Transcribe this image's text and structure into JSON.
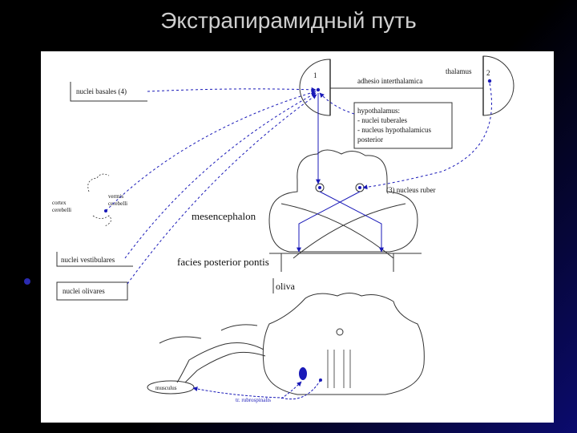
{
  "slide": {
    "title": "Экстрапирамидный путь"
  },
  "diagram": {
    "labels": {
      "nuclei_basales": "nuclei basales (4)",
      "thalamus": "thalamus",
      "adhesio": "adhesio interthalamica",
      "left_thalamus_mark": "1",
      "right_thalamus_mark": "2",
      "hypothalamus_1": "hypothalamus:",
      "hypothalamus_2": "- nuclei tuberales",
      "hypothalamus_3": "- nucleus hypothalamicus",
      "hypothalamus_4": "posterior",
      "cortex": "cortex",
      "cerebelli": "cerebelli",
      "vermis": "vermis",
      "cerebelli_2": "cerebelli",
      "nucleus_ruber": "(3) nucleus ruber",
      "mesencephalon": "mesencephalon",
      "nuclei_vestibulares": "nuclei vestibulares",
      "facies_posterior_pontis": "facies posterior pontis",
      "oliva": "oliva",
      "nuclei_olivares": "nuclei olivares",
      "musculus": "musculus",
      "tr_rubrospinalis": "tr. rubrospinalis"
    },
    "colors": {
      "path": "#1a1ab8",
      "outline": "#333333",
      "background": "#ffffff"
    }
  }
}
